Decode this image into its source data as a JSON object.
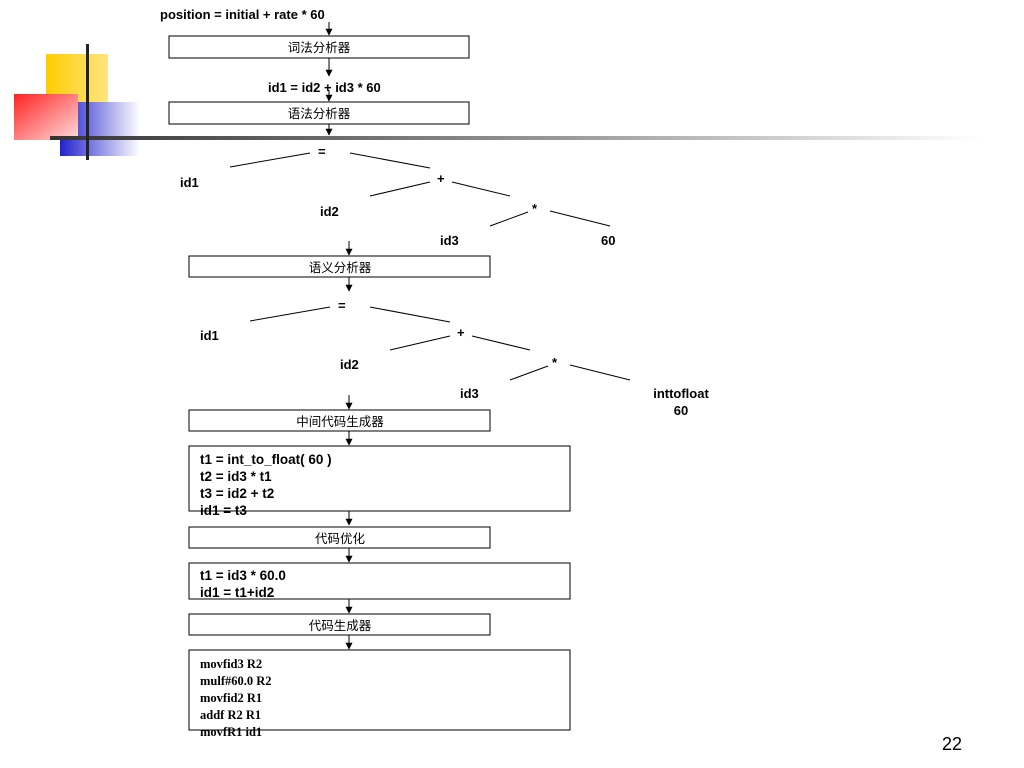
{
  "source_statement": "position = initial + rate * 60",
  "phases": {
    "lexical": "词法分析器",
    "syntax": "语法分析器",
    "semantic": "语义分析器",
    "intermediate": "中间代码生成器",
    "optimize": "代码优化",
    "codegen": "代码生成器"
  },
  "token_stream": "id1 = id2 + id3 * 60",
  "syntax_tree": {
    "assign": "=",
    "left": "id1",
    "plus": "+",
    "id2": "id2",
    "times": "*",
    "id3": "id3",
    "const": "60"
  },
  "semantic_tree": {
    "assign": "=",
    "left": "id1",
    "plus": "+",
    "id2": "id2",
    "times": "*",
    "id3": "id3",
    "conv": "inttofloat",
    "const": "60"
  },
  "intermediate_code": [
    "t1 = int_to_float( 60 )",
    "t2 = id3 * t1",
    "t3 = id2 + t2",
    "id1 = t3"
  ],
  "optimized_code": [
    "t1 = id3 * 60.0",
    "id1 = t1+id2"
  ],
  "target_code": [
    "movfid3   R2",
    "mulf#60.0   R2",
    "movfid2   R1",
    "addf    R2   R1",
    "movfR1   id1"
  ],
  "page_number": "22",
  "colors": {
    "deco_yellow": "#ffcc00",
    "deco_red": "#ff3333",
    "deco_blue": "#3333cc",
    "deco_rule": "#444444"
  }
}
